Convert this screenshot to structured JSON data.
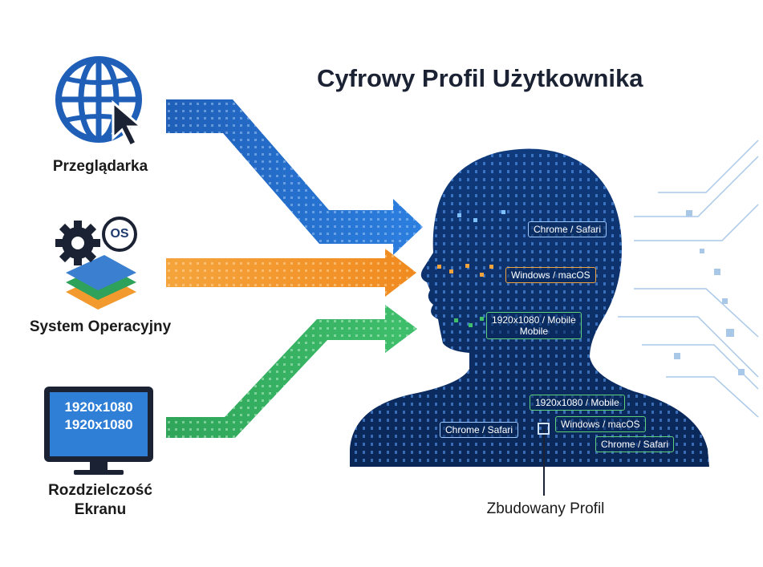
{
  "title": "Cyfrowy Profil Użytkownika",
  "sources": {
    "browser": {
      "label": "Przeglądarka",
      "icon": "globe-cursor-icon"
    },
    "os": {
      "label": "System Operacyjny",
      "badge": "OS",
      "icon": "gear-layers-icon"
    },
    "screen": {
      "label_line1": "Rozdzielczość",
      "label_line2": "Ekranu",
      "screen_line1": "1920x1080",
      "screen_line2": "1920x1080",
      "icon": "monitor-icon"
    }
  },
  "head_tags": {
    "browser": "Chrome / Safari",
    "os": "Windows / macOS",
    "screen_line1": "1920x1080 / Mobile",
    "screen_line2": "Mobile"
  },
  "profile_tags": {
    "resolution": "1920x1080 / Mobile",
    "os": "Windows / macOS",
    "browser_left": "Chrome / Safari",
    "browser_right": "Chrome / Safari"
  },
  "profile_label": "Zbudowany Profil",
  "colors": {
    "blue": "#1f6fd1",
    "orange": "#f29a2e",
    "green": "#2ea25a",
    "navy": "#0b2a5b",
    "head": "#0d3470"
  }
}
